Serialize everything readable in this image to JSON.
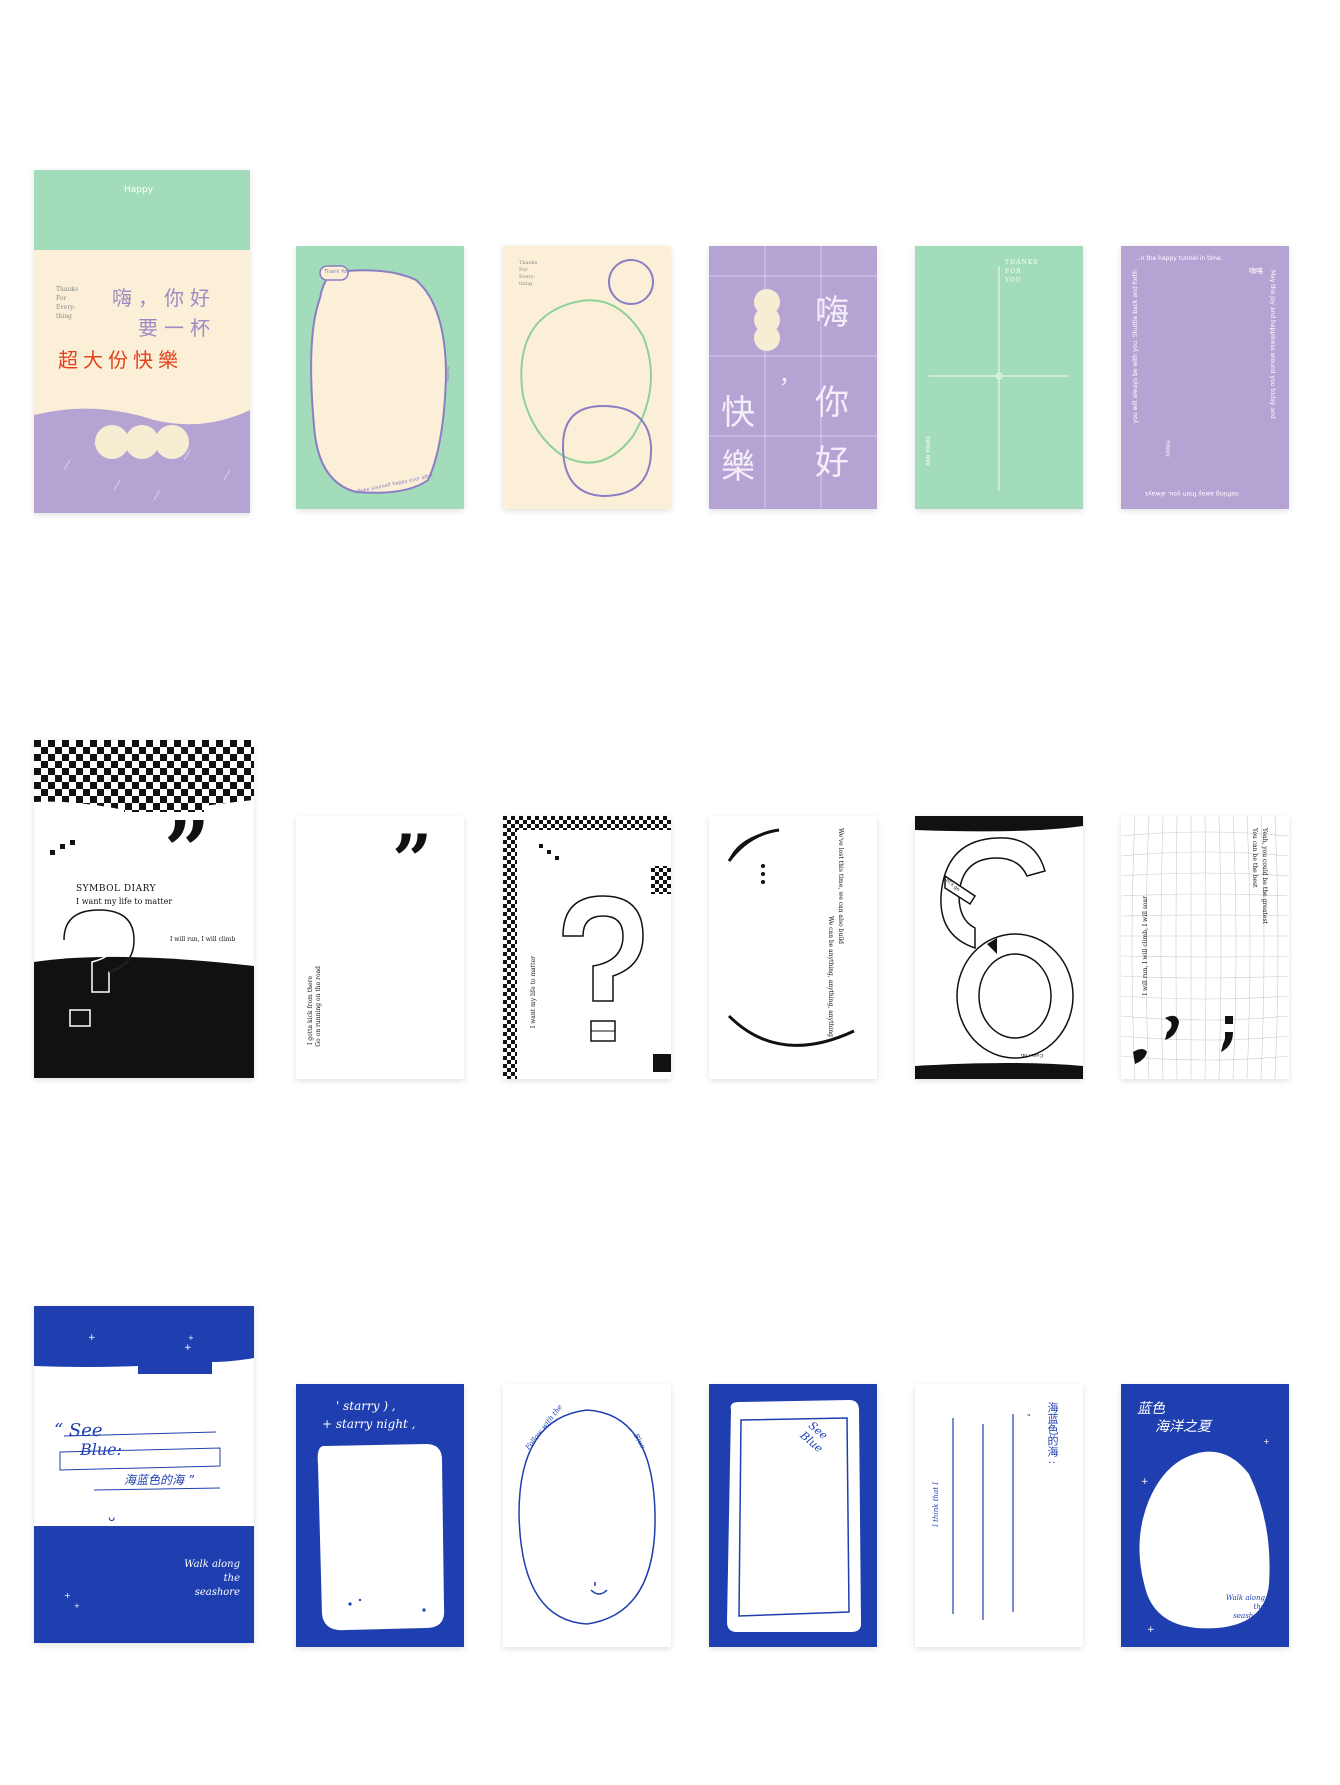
{
  "sets": [
    {
      "name": "happy",
      "colors": {
        "green": "#a3dcba",
        "cream": "#fcefd8",
        "purple": "#b5a3d3",
        "accent_red": "#e2441d",
        "dot": "#f6eed2"
      },
      "box": {
        "brand": "Happy",
        "subtitle_lines": [
          "Thanks",
          "For",
          "Every-",
          "thing"
        ],
        "line1": "嗨，你好",
        "line2": "要一杯",
        "line3": "超大份快樂"
      },
      "cards": [
        {
          "top_label": "Thank You",
          "side_text": "Happy",
          "bottom_text": "Make yourself happy ever after"
        },
        {
          "text_lines": [
            "Thanks",
            "For",
            "Every-",
            "thing"
          ]
        },
        {
          "chars": [
            "嗨",
            "，",
            "你",
            "好",
            "快",
            "樂"
          ]
        },
        {
          "top_lines": [
            "THANKS",
            "FOR",
            "YOU"
          ],
          "side_text": "AND YOURS"
        },
        {
          "top_text": "...n the happy tunnel in time.",
          "right_text": "May the joy and happiness around you today and",
          "left_text": "you will always be with you. Shuttle back and forth",
          "bottom_text": "nothing away from you. always",
          "side_tag": "嗨咯",
          "small_tag": "Happy"
        }
      ]
    },
    {
      "name": "symbol-diary",
      "colors": {
        "black": "#111111",
        "white": "#ffffff",
        "grey": "#dddddd"
      },
      "box": {
        "title": "SYMBOL DIARY",
        "tagline": "I want my life to matter",
        "side_text": "I will run, I will climb"
      },
      "cards": [
        {
          "glyph": "”",
          "vertical_lines": [
            "Go on running on the road",
            "I gotta kick from there"
          ]
        },
        {
          "glyph": "?",
          "vertical_text": "I want my life to matter"
        },
        {
          "text_top": "We've lost this time, we can also build",
          "text_bottom": "We can be anything, anything, anything"
        },
        {
          "glyph": "GO",
          "small_text": "Let's go",
          "bottom_text": "Come on"
        },
        {
          "text_top": "Yeah, you could be the greatest",
          "text_mid": "You can be the best",
          "text_left": "I will run, I will climb, I will soar"
        }
      ]
    },
    {
      "name": "see-blue",
      "colors": {
        "blue": "#1f3fb0",
        "white": "#ffffff"
      },
      "box": {
        "title1": "“ See",
        "title2": "Blue:",
        "subtitle": "海蓝色的海 ”",
        "tagline_lines": [
          "Walk along",
          "the",
          "seashore"
        ]
      },
      "cards": [
        {
          "lines": [
            "' starry ) ,",
            "+ starry night ,"
          ]
        },
        {
          "left_text": "Follow with the",
          "right_text": "Blue"
        },
        {
          "title_lines": [
            "See",
            "Blue"
          ]
        },
        {
          "side_text": "I think that I",
          "right_text": "海蓝色的海 :"
        },
        {
          "title_lines": [
            "蓝色",
            "海洋之夏"
          ],
          "tagline_lines": [
            "Walk along",
            "the",
            "seashore"
          ]
        }
      ]
    }
  ]
}
